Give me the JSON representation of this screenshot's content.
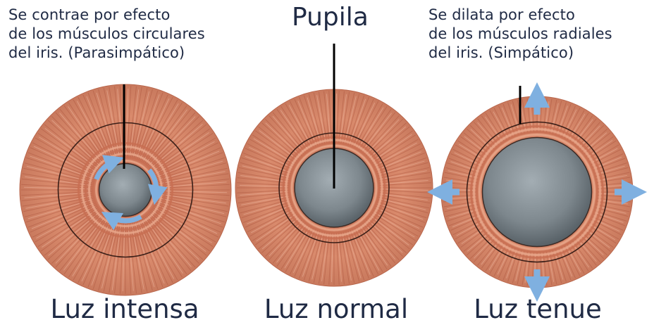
{
  "captions": {
    "left": [
      "Se contrae por efecto",
      "de los músculos circulares",
      "del iris. (Parasimpático)"
    ],
    "right": [
      "Se dilata por efecto",
      "de los músculos radiales",
      "del iris. (Simpático)"
    ]
  },
  "title": "Pupila",
  "irises": [
    {
      "label": "Luz intensa",
      "pupil_ratio": 0.25
    },
    {
      "label": "Luz normal",
      "pupil_ratio": 0.4
    },
    {
      "label": "Luz tenue",
      "pupil_ratio": 0.57
    }
  ],
  "colors": {
    "iris": "#d98a6c",
    "iris_dark": "#a8523c",
    "pupil": "#6f7a80",
    "arrow": "#7fb0e0",
    "text": "#1f2a44"
  }
}
